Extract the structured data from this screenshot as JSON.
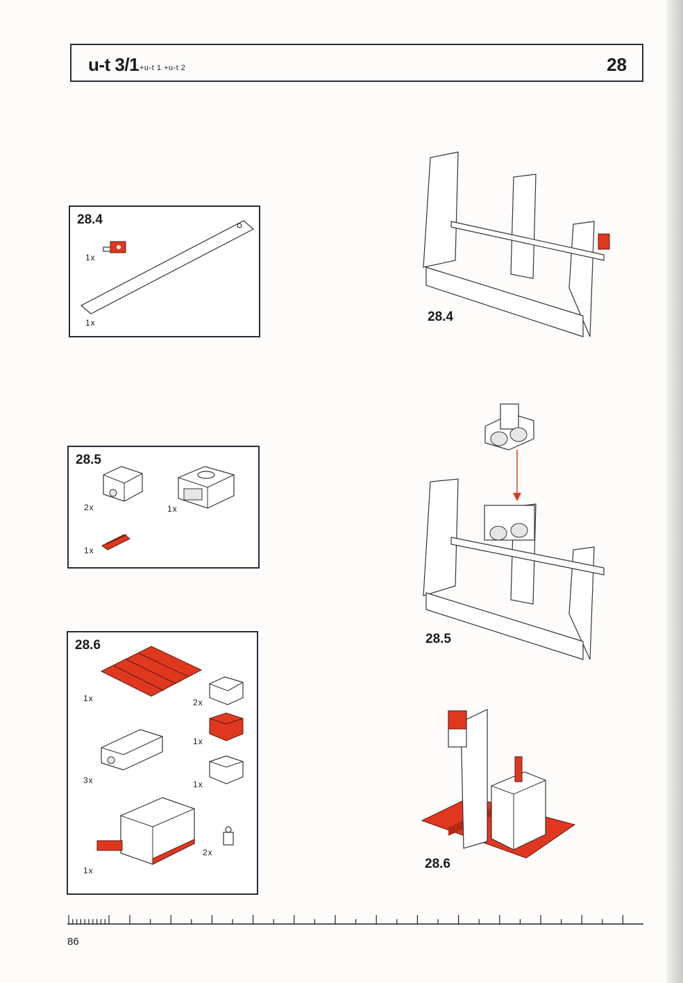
{
  "header": {
    "title": "u-t 3/1",
    "subtitle": "+u-t 1  +u-t 2",
    "number": "28"
  },
  "boxes": [
    {
      "label": "28.4",
      "quantities": [
        "1x",
        "1x"
      ]
    },
    {
      "label": "28.5",
      "quantities": [
        "2x",
        "1x",
        "1x"
      ]
    },
    {
      "label": "28.6",
      "quantities": [
        "1x",
        "2x",
        "1x",
        "3x",
        "1x",
        "1x",
        "2x"
      ]
    }
  ],
  "steps": [
    "28.4",
    "28.5",
    "28.6"
  ],
  "page_number": "86",
  "colors": {
    "accent": "#e0381f",
    "border": "#2a2a3a"
  }
}
